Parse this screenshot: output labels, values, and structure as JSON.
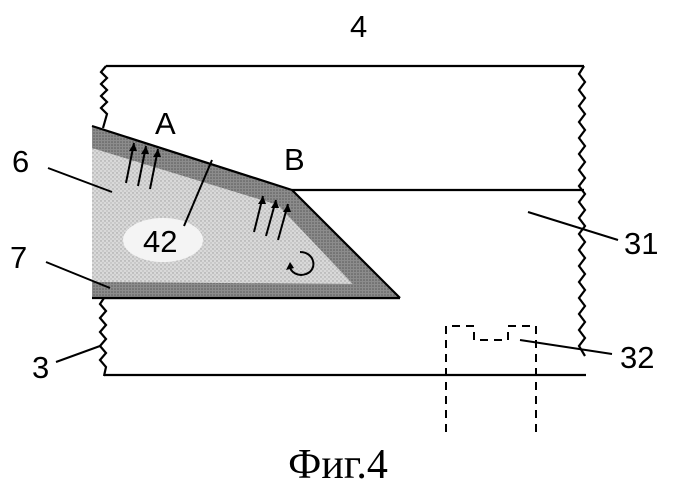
{
  "figure": {
    "caption": "Фиг.4",
    "labels": {
      "l4": "4",
      "l6": "6",
      "l7": "7",
      "l3": "3",
      "l31": "31",
      "l32": "32",
      "l42": "42",
      "pointA": "A",
      "pointB": "B"
    }
  },
  "colors": {
    "line": "#000000",
    "dark_fill": "#8a8a8a",
    "light_fill": "#d4d4d4",
    "background": "#ffffff"
  }
}
